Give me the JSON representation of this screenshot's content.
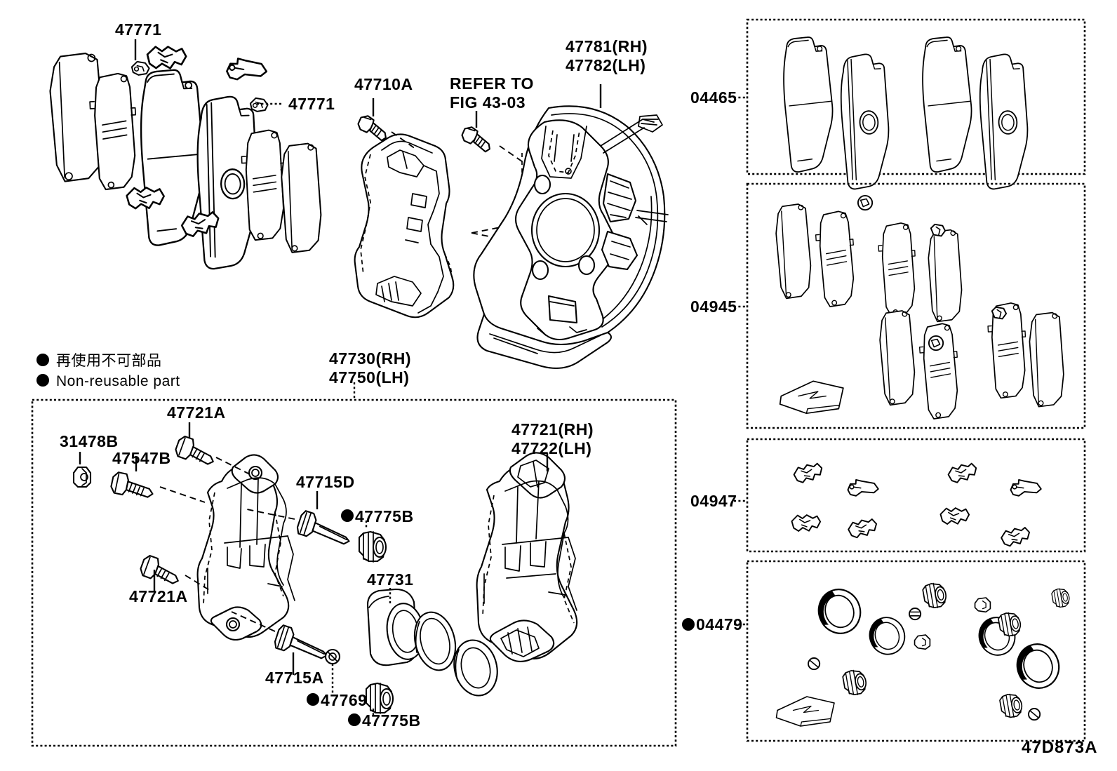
{
  "diagram": {
    "id_code": "47D873A",
    "legend": {
      "jp": "再使用不可部品",
      "en": "Non-reusable part",
      "marker": "filled-circle"
    }
  },
  "labels": {
    "pad_clip_top": "47771",
    "pad_clip_right": "47771",
    "caliper_bolt": "47710A",
    "refer_note": "REFER TO\nFIG 43-03",
    "dust_shield": "47781(RH)\n47782(LH)",
    "caliper_assy": "47730(RH)\n47750(LH)",
    "bleeder_plug": "31478B",
    "bleeder_screw": "47547B",
    "slide_bolt_upper": "47721A",
    "slide_bolt_lower": "47721A",
    "slide_pin_d": "47715D",
    "slide_pin_a": "47715A",
    "boot_upper": "47775B",
    "boot_lower": "47775B",
    "piston": "47731",
    "ring": "47769",
    "mounting_bracket": "47721(RH)\n47722(LH)"
  },
  "kits": [
    {
      "code": "04465",
      "name": "brake-pad-kit"
    },
    {
      "code": "04945",
      "name": "shim-and-fitting-kit"
    },
    {
      "code": "04947",
      "name": "clip-kit"
    },
    {
      "code": "04479",
      "name": "caliper-seal-kit",
      "nonreusable": true
    }
  ],
  "colors": {
    "line": "#000000",
    "background": "#ffffff"
  }
}
